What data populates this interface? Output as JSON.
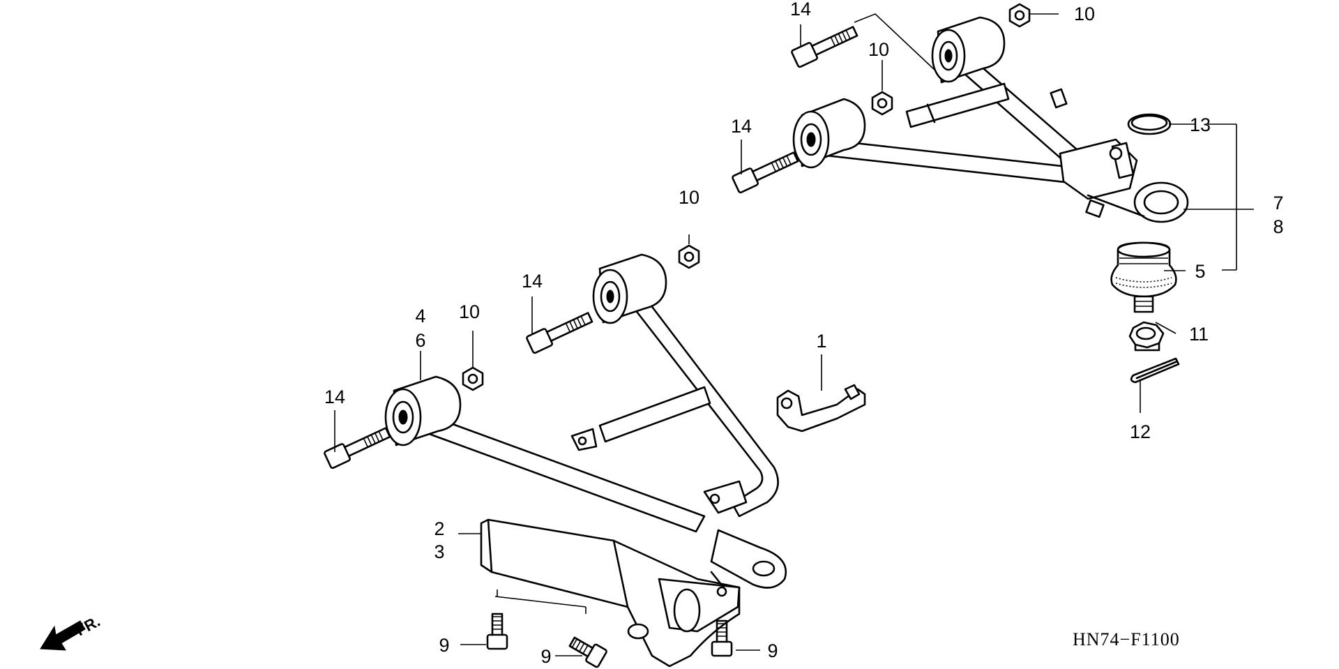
{
  "diagram": {
    "code": "HN74−F1100",
    "front_indicator": "FR.",
    "callouts": {
      "c1": "1",
      "c2": "2",
      "c3": "3",
      "c4": "4",
      "c5": "5",
      "c6": "6",
      "c7": "7",
      "c8": "8",
      "c9a": "9",
      "c9b": "9",
      "c9c": "9",
      "c10a": "10",
      "c10b": "10",
      "c10c": "10",
      "c10d": "10",
      "c11": "11",
      "c12": "12",
      "c13": "13",
      "c14a": "14",
      "c14b": "14",
      "c14c": "14",
      "c14d": "14"
    }
  }
}
